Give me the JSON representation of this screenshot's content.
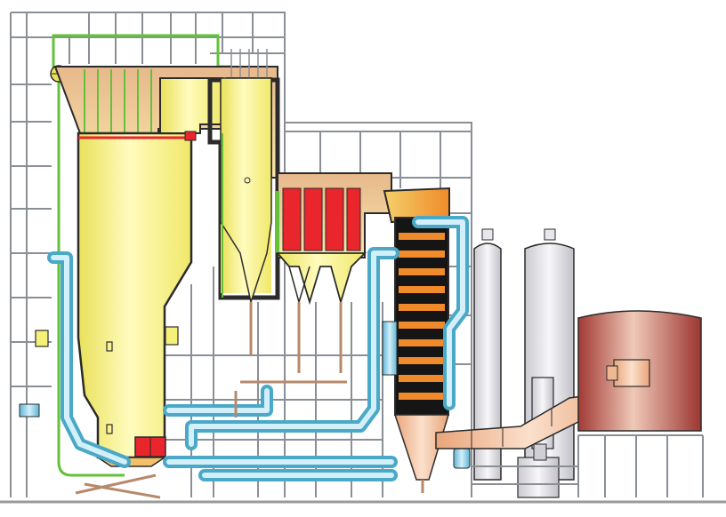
{
  "diagram": {
    "kind": "boiler-plant-cross-section",
    "colors": {
      "steel_frame": "#8a8f96",
      "furnace_yellow": "#f5f07a",
      "furnace_highlight": "#fffbbd",
      "outline": "#2b2b2b",
      "hot_red": "#e8262c",
      "pipe_green": "#63c23a",
      "duct_blue": "#9ad6ea",
      "duct_blue_dark": "#4aa8c8",
      "economizer_black": "#151515",
      "economizer_orange": "#f08a2a",
      "tank_grey": "#e8e8ec",
      "stack_red": "#b4443e",
      "flue_tan": "#f0b890",
      "ground_line": "#9a9a9a"
    },
    "components": [
      {
        "id": "steam-drum",
        "icon": "drum-icon"
      },
      {
        "id": "furnace",
        "icon": "furnace-icon"
      },
      {
        "id": "cyclone-separator",
        "icon": "cyclone-icon"
      },
      {
        "id": "superheater-banks",
        "icon": "heat-exchanger-icon"
      },
      {
        "id": "ash-hoppers",
        "icon": "hopper-icon"
      },
      {
        "id": "economizer",
        "icon": "economizer-icon"
      },
      {
        "id": "electrostatic-precipitator",
        "icon": "tank-icon"
      },
      {
        "id": "flue-gas-duct",
        "icon": "duct-icon"
      },
      {
        "id": "induced-draft-fan",
        "icon": "fan-icon"
      }
    ]
  }
}
